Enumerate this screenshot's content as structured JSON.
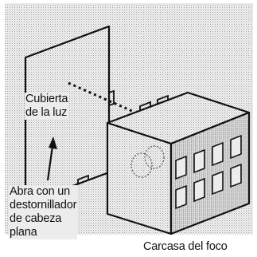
{
  "diagram": {
    "cover_label": [
      "Cubierta",
      "de la luz"
    ],
    "instruction_label": [
      "Abra con un",
      "destornillador",
      "de cabeza",
      "plana"
    ],
    "housing_label": "Carcasa del foco"
  },
  "colors": {
    "background_fill": "#e6e6e6",
    "stroke": "#111111",
    "paper": "#ffffff"
  }
}
